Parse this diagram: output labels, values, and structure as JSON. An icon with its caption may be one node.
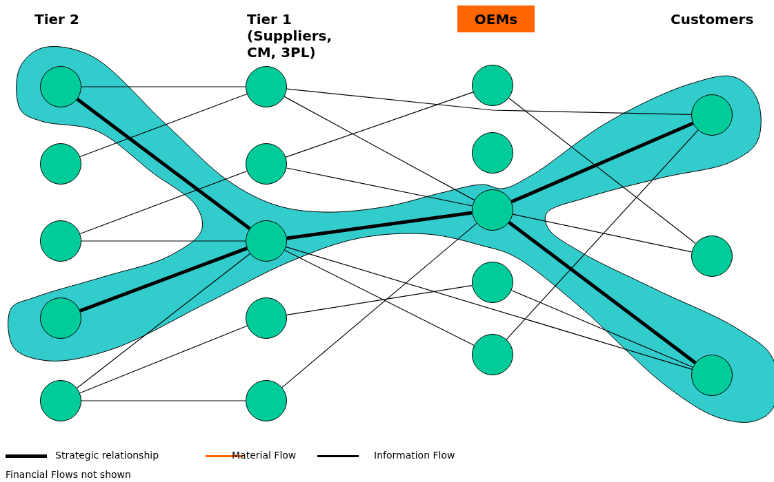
{
  "diagram": {
    "nodes": [
      {
        "text": [
          "OEMs"
        ]
      },
      {
        "text": [],
        "shape": "circle"
      },
      {
        "text": [],
        "shape": "circle"
      },
      {
        "text": [],
        "shape": "circle"
      },
      {
        "text": [],
        "shape": "circle"
      },
      {
        "text": [],
        "shape": "circle"
      },
      {
        "text": [],
        "shape": "circle"
      },
      {
        "text": [],
        "shape": "circle"
      },
      {
        "text": [],
        "shape": "circle"
      },
      {
        "text": [],
        "shape": "circle"
      },
      {
        "text": [],
        "shape": "circle"
      },
      {
        "text": [],
        "shape": "circle"
      },
      {
        "text": [],
        "shape": "circle"
      },
      {
        "text": [],
        "shape": "circle"
      },
      {
        "text": [],
        "shape": "circle"
      },
      {
        "text": [],
        "shape": "circle"
      },
      {
        "text": [],
        "shape": "circle"
      },
      {
        "text": [],
        "shape": "circle"
      },
      {
        "text": [],
        "shape": "circle"
      }
    ],
    "edges": [
      {
        "from": 1,
        "to": 6,
        "arrow": "none"
      },
      {
        "from": 2,
        "to": 6,
        "arrow": "none"
      },
      {
        "from": 3,
        "to": 7,
        "arrow": "none"
      },
      {
        "from": 3,
        "to": 8,
        "arrow": "none"
      },
      {
        "from": 5,
        "to": 8,
        "arrow": "none"
      },
      {
        "from": 5,
        "to": 9,
        "arrow": "none"
      },
      {
        "from": 5,
        "to": 10,
        "arrow": "none"
      },
      {
        "from": 6,
        "to": 16,
        "arrow": "none"
      },
      {
        "from": 6,
        "to": 13,
        "arrow": "none"
      },
      {
        "from": 7,
        "to": 11,
        "arrow": "none"
      },
      {
        "from": 7,
        "to": 13,
        "arrow": "none"
      },
      {
        "from": 8,
        "to": 15,
        "arrow": "none"
      },
      {
        "from": 8,
        "to": 18,
        "arrow": "none"
      },
      {
        "from": 9,
        "to": 14,
        "arrow": "none"
      },
      {
        "from": 10,
        "to": 13,
        "arrow": "none"
      },
      {
        "from": 11,
        "to": 17,
        "arrow": "none"
      },
      {
        "from": 13,
        "to": 17,
        "arrow": "none"
      },
      {
        "from": 14,
        "to": 18,
        "arrow": "none"
      },
      {
        "from": 15,
        "to": 16,
        "arrow": "none"
      },
      {
        "from": 1,
        "to": 8,
        "arrow": "none",
        "style": "thick"
      },
      {
        "from": 4,
        "to": 8,
        "arrow": "none",
        "style": "thick"
      },
      {
        "from": 8,
        "to": 13,
        "arrow": "none",
        "style": "thick"
      },
      {
        "from": 13,
        "to": 16,
        "arrow": "none",
        "style": "thick"
      },
      {
        "from": 13,
        "to": 18,
        "arrow": "none",
        "style": "thick"
      }
    ],
    "labels": [
      "Tier 2",
      "Tier 1 (Suppliers, CM, 3PL)",
      "Customers",
      "Financial Flows not shown"
    ],
    "legend": [
      {
        "text": "Strategic relationship",
        "color": "#000000"
      },
      {
        "text": "Material Flow",
        "color": "#ff6600"
      },
      {
        "text": "Information Flow",
        "color": "#000000"
      }
    ]
  }
}
